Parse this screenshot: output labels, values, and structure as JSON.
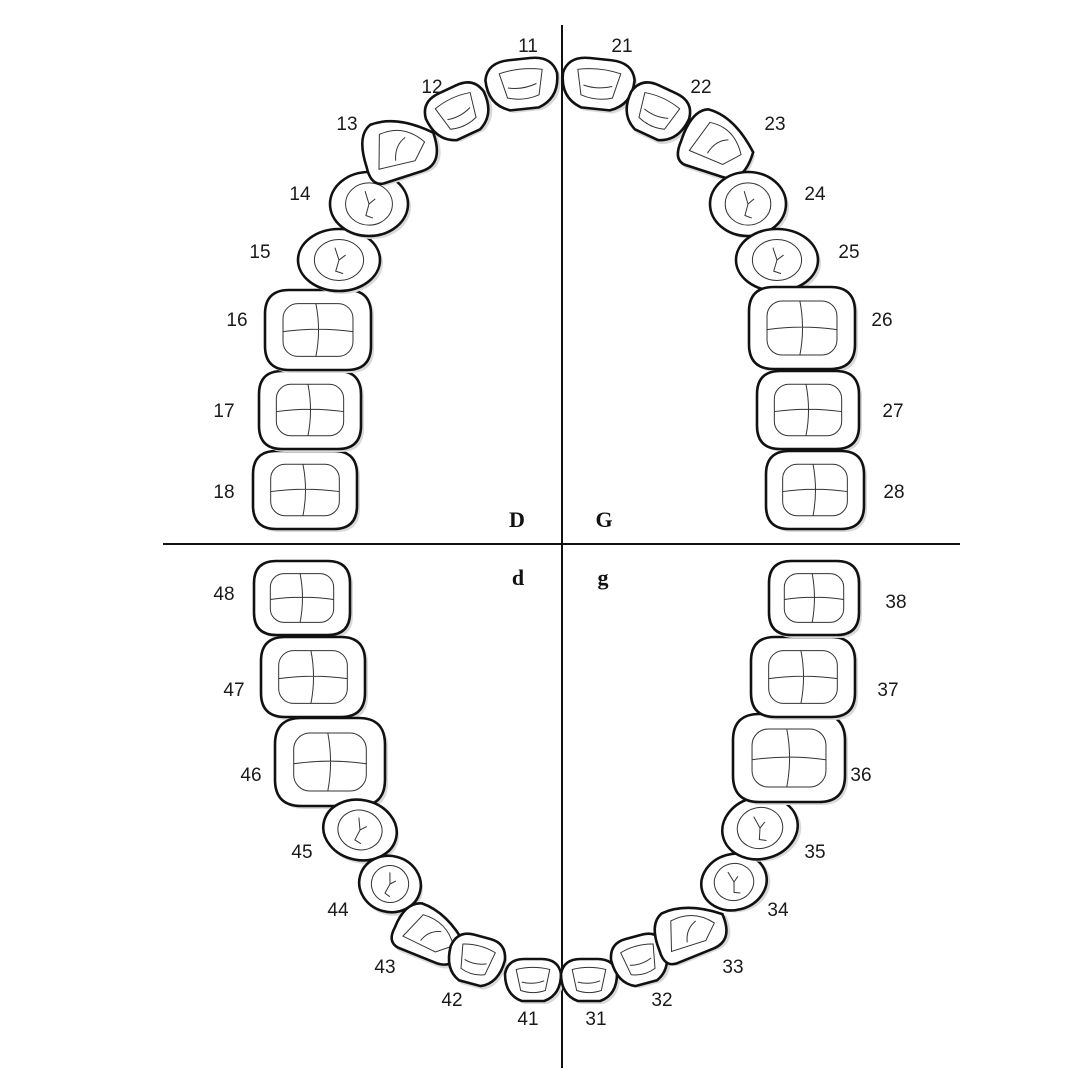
{
  "quadrant_labels": {
    "upper_right": "D",
    "upper_left": "G",
    "lower_right": "d",
    "lower_left": "g"
  },
  "teeth": [
    {
      "id": "18",
      "type": "molar"
    },
    {
      "id": "17",
      "type": "molar"
    },
    {
      "id": "16",
      "type": "molar"
    },
    {
      "id": "15",
      "type": "premolar"
    },
    {
      "id": "14",
      "type": "premolar"
    },
    {
      "id": "13",
      "type": "canine"
    },
    {
      "id": "12",
      "type": "incisor"
    },
    {
      "id": "11",
      "type": "incisor"
    },
    {
      "id": "21",
      "type": "incisor"
    },
    {
      "id": "22",
      "type": "incisor"
    },
    {
      "id": "23",
      "type": "canine"
    },
    {
      "id": "24",
      "type": "premolar"
    },
    {
      "id": "25",
      "type": "premolar"
    },
    {
      "id": "26",
      "type": "molar"
    },
    {
      "id": "27",
      "type": "molar"
    },
    {
      "id": "28",
      "type": "molar"
    },
    {
      "id": "48",
      "type": "molar"
    },
    {
      "id": "47",
      "type": "molar"
    },
    {
      "id": "46",
      "type": "molar"
    },
    {
      "id": "45",
      "type": "premolar"
    },
    {
      "id": "44",
      "type": "premolar"
    },
    {
      "id": "43",
      "type": "canine"
    },
    {
      "id": "42",
      "type": "incisor"
    },
    {
      "id": "41",
      "type": "incisor"
    },
    {
      "id": "31",
      "type": "incisor"
    },
    {
      "id": "32",
      "type": "incisor"
    },
    {
      "id": "33",
      "type": "canine"
    },
    {
      "id": "34",
      "type": "premolar"
    },
    {
      "id": "35",
      "type": "premolar"
    },
    {
      "id": "36",
      "type": "molar"
    },
    {
      "id": "37",
      "type": "molar"
    },
    {
      "id": "38",
      "type": "molar"
    }
  ]
}
